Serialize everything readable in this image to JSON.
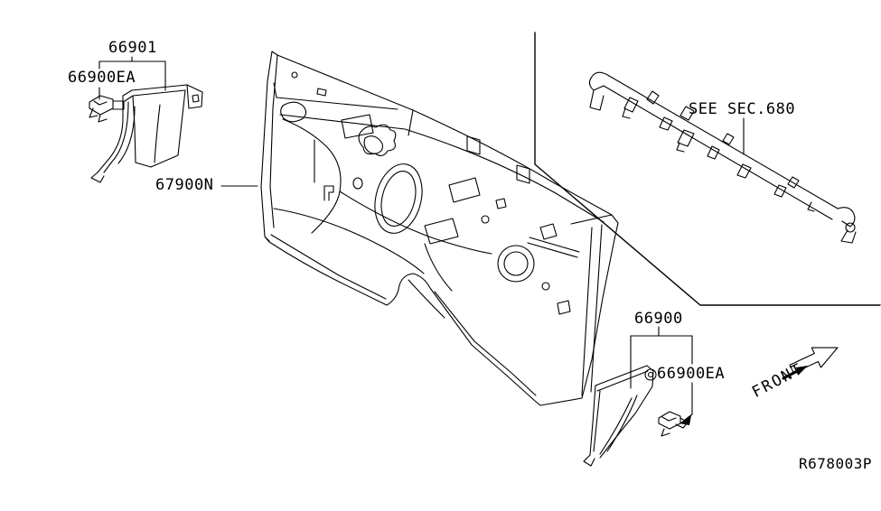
{
  "callouts": {
    "insulator_left": "66901",
    "clip_top": "66900EA",
    "dash_insulator": "67900N",
    "see_section": "SEE SEC.680",
    "insulator_right": "66900",
    "clip_bottom": "66900EA",
    "front_direction": "FRONT",
    "reference_code": "R678003P"
  },
  "colors": {
    "line": "#000000",
    "background": "#ffffff"
  }
}
